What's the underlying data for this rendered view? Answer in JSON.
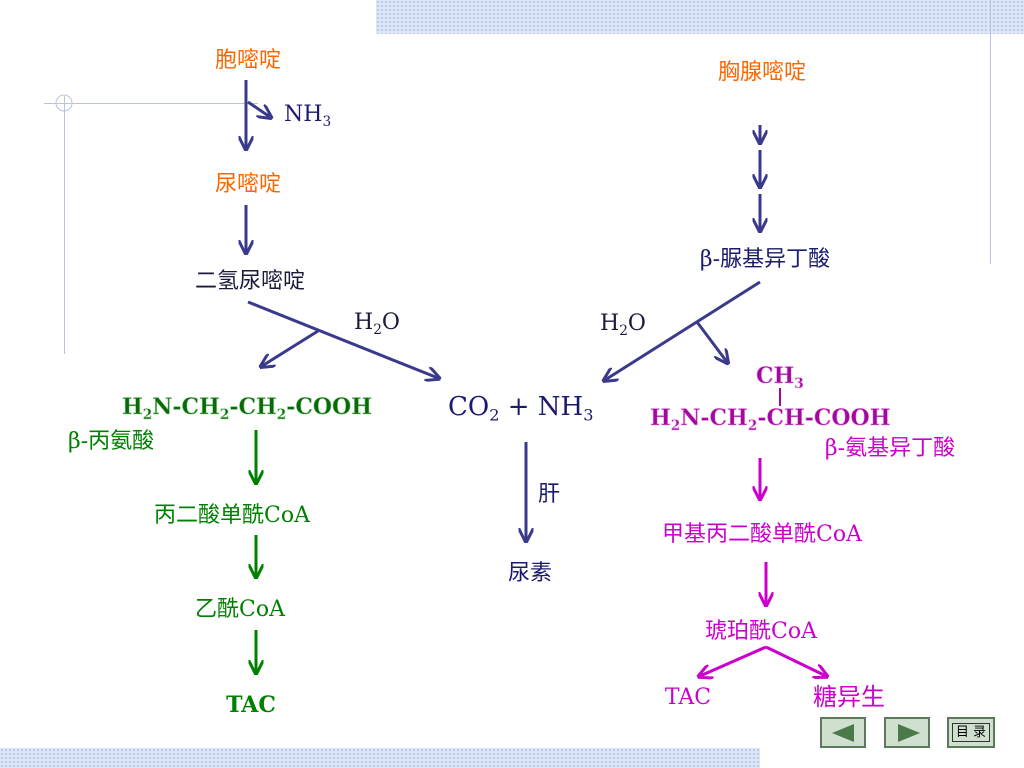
{
  "pyrimidine_c": {
    "cytosine": "胞嘧啶",
    "nh3": "NH",
    "nh3_sub": "3",
    "uracil": "尿嘧啶",
    "dihydrouracil": "二氢尿嘧啶",
    "h2o_h": "H",
    "h2o_sub": "2",
    "h2o_o": "O",
    "beta_ala_struct": [
      "H",
      "2",
      "N-CH",
      "2",
      "-CH",
      "2",
      "-COOH"
    ],
    "beta_ala": "β-丙氨酸",
    "malonyl_coa": "丙二酸单酰CoA",
    "acetyl_coa": "乙酰CoA",
    "tac": "TAC"
  },
  "pyrimidine_t": {
    "thymine": "胸腺嘧啶",
    "ureidoisobutyrate": "β-脲基异丁酸",
    "h2o_h": "H",
    "h2o_sub": "2",
    "h2o_o": "O",
    "ch3": "CH",
    "ch3_sub": "3",
    "baiba_struct": [
      "H",
      "2",
      "N-CH",
      "2",
      "-CH-COOH"
    ],
    "baiba": "β-氨基异丁酸",
    "methylmalonyl_coa": "甲基丙二酸单酰CoA",
    "succinyl_coa": "琥珀酰CoA",
    "tac": "TAC",
    "gluconeogenesis": "糖异生"
  },
  "center": {
    "co2": "CO",
    "co2_sub": "2",
    "plus_nh3": " + NH",
    "nh3_sub": "3",
    "liver": "肝",
    "urea": "尿素"
  },
  "nav": {
    "menu_label": "目 录"
  },
  "colors": {
    "orange": "#ff6600",
    "navy_arrow": "#3a3a8c",
    "green": "#008000",
    "magenta": "#cc00cc"
  }
}
